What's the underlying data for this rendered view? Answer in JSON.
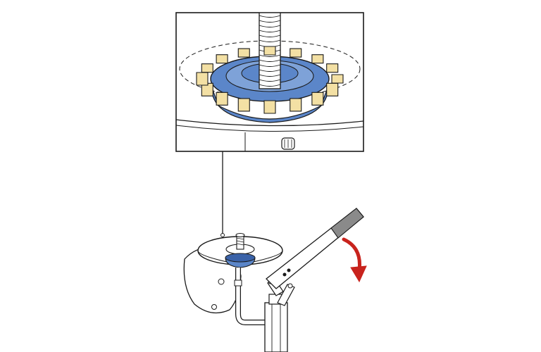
{
  "figure": {
    "colors": {
      "line": "#1a1a1a",
      "collar_blue": "#5b86c9",
      "collar_blue_dark": "#3a62a8",
      "jaw_beige": "#f3e0a4",
      "arrow_red": "#c8231d",
      "grip_gray": "#8a8a8a"
    },
    "icons": {
      "detail_inset": "detail-view-frame",
      "pump_lever": "hand-lever",
      "direction_arrow": "curved-arrow-down"
    }
  }
}
